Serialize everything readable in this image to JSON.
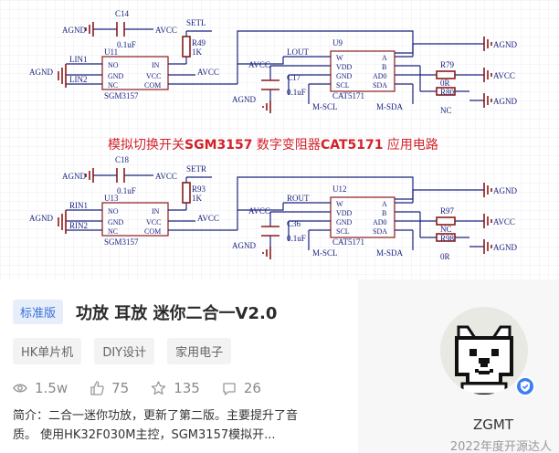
{
  "schematic": {
    "caption_parts": [
      "模拟切换开关",
      "SGM3157",
      " 数字变阻器",
      "CAT5171",
      " 应用电路"
    ],
    "top": {
      "net_agnd": "AGND",
      "net_avcc": "AVCC",
      "cap_c14": "C14",
      "cap_c14_val": "0.1uF",
      "net_setl": "SETL",
      "res_r49": "R49",
      "res_r49_val": "1K",
      "u11": "U11",
      "u11_part": "SGM3157",
      "net_lin1": "LIN1",
      "net_lin2": "LIN2",
      "net_lout": "LOUT",
      "u9": "U9",
      "u9_part": "CAT5171",
      "cap_c17": "C17",
      "cap_c17_val": "0.1uF",
      "net_mscl": "M-SCL",
      "net_msda": "M-SDA",
      "res_r79": "R79",
      "res_r79_val": "0R",
      "res_r80": "R80",
      "res_r80_val": "NC"
    },
    "bottom": {
      "cap_c18": "C18",
      "cap_c18_val": "0.1uF",
      "net_setr": "SETR",
      "res_r93": "R93",
      "res_r93_val": "1K",
      "u13": "U13",
      "u13_part": "SGM3157",
      "net_rin1": "RIN1",
      "net_rin2": "RIN2",
      "net_rout": "ROUT",
      "u12": "U12",
      "u12_part": "CAT5171",
      "cap_c36": "C36",
      "cap_c36_val": "0.1uF",
      "res_r97": "R97",
      "res_r97_val": "NC",
      "res_r98": "R98",
      "res_r98_val": "0R"
    },
    "sgm_pins_left": [
      "NO",
      "GND",
      "NC"
    ],
    "sgm_pins_right": [
      "IN",
      "VCC",
      "COM"
    ],
    "cat_pins_left": [
      "W",
      "VDD",
      "GND",
      "SCL"
    ],
    "cat_pins_right": [
      "A",
      "B",
      "AD0",
      "SDA"
    ]
  },
  "card": {
    "badge": "标准版",
    "title": "功放 耳放 迷你二合一V2.0",
    "tags": [
      "HK单片机",
      "DIY设计",
      "家用电子"
    ],
    "views": "1.5w",
    "likes": "75",
    "stars": "135",
    "comments": "26",
    "description": "简介：二合一迷你功放，更新了第二版。主要提升了音质。 使用HK32F030M主控，SGM3157模拟开..."
  },
  "author": {
    "name": "ZGMT",
    "title": "2022年度开源达人"
  },
  "colors": {
    "wire": "#1a237e",
    "component": "#8b1a1a",
    "net_label": "#8b1a1a",
    "caption_red": "#d3222a",
    "badge_blue": "#3b6fd4",
    "grid": "#e9e9f2"
  }
}
